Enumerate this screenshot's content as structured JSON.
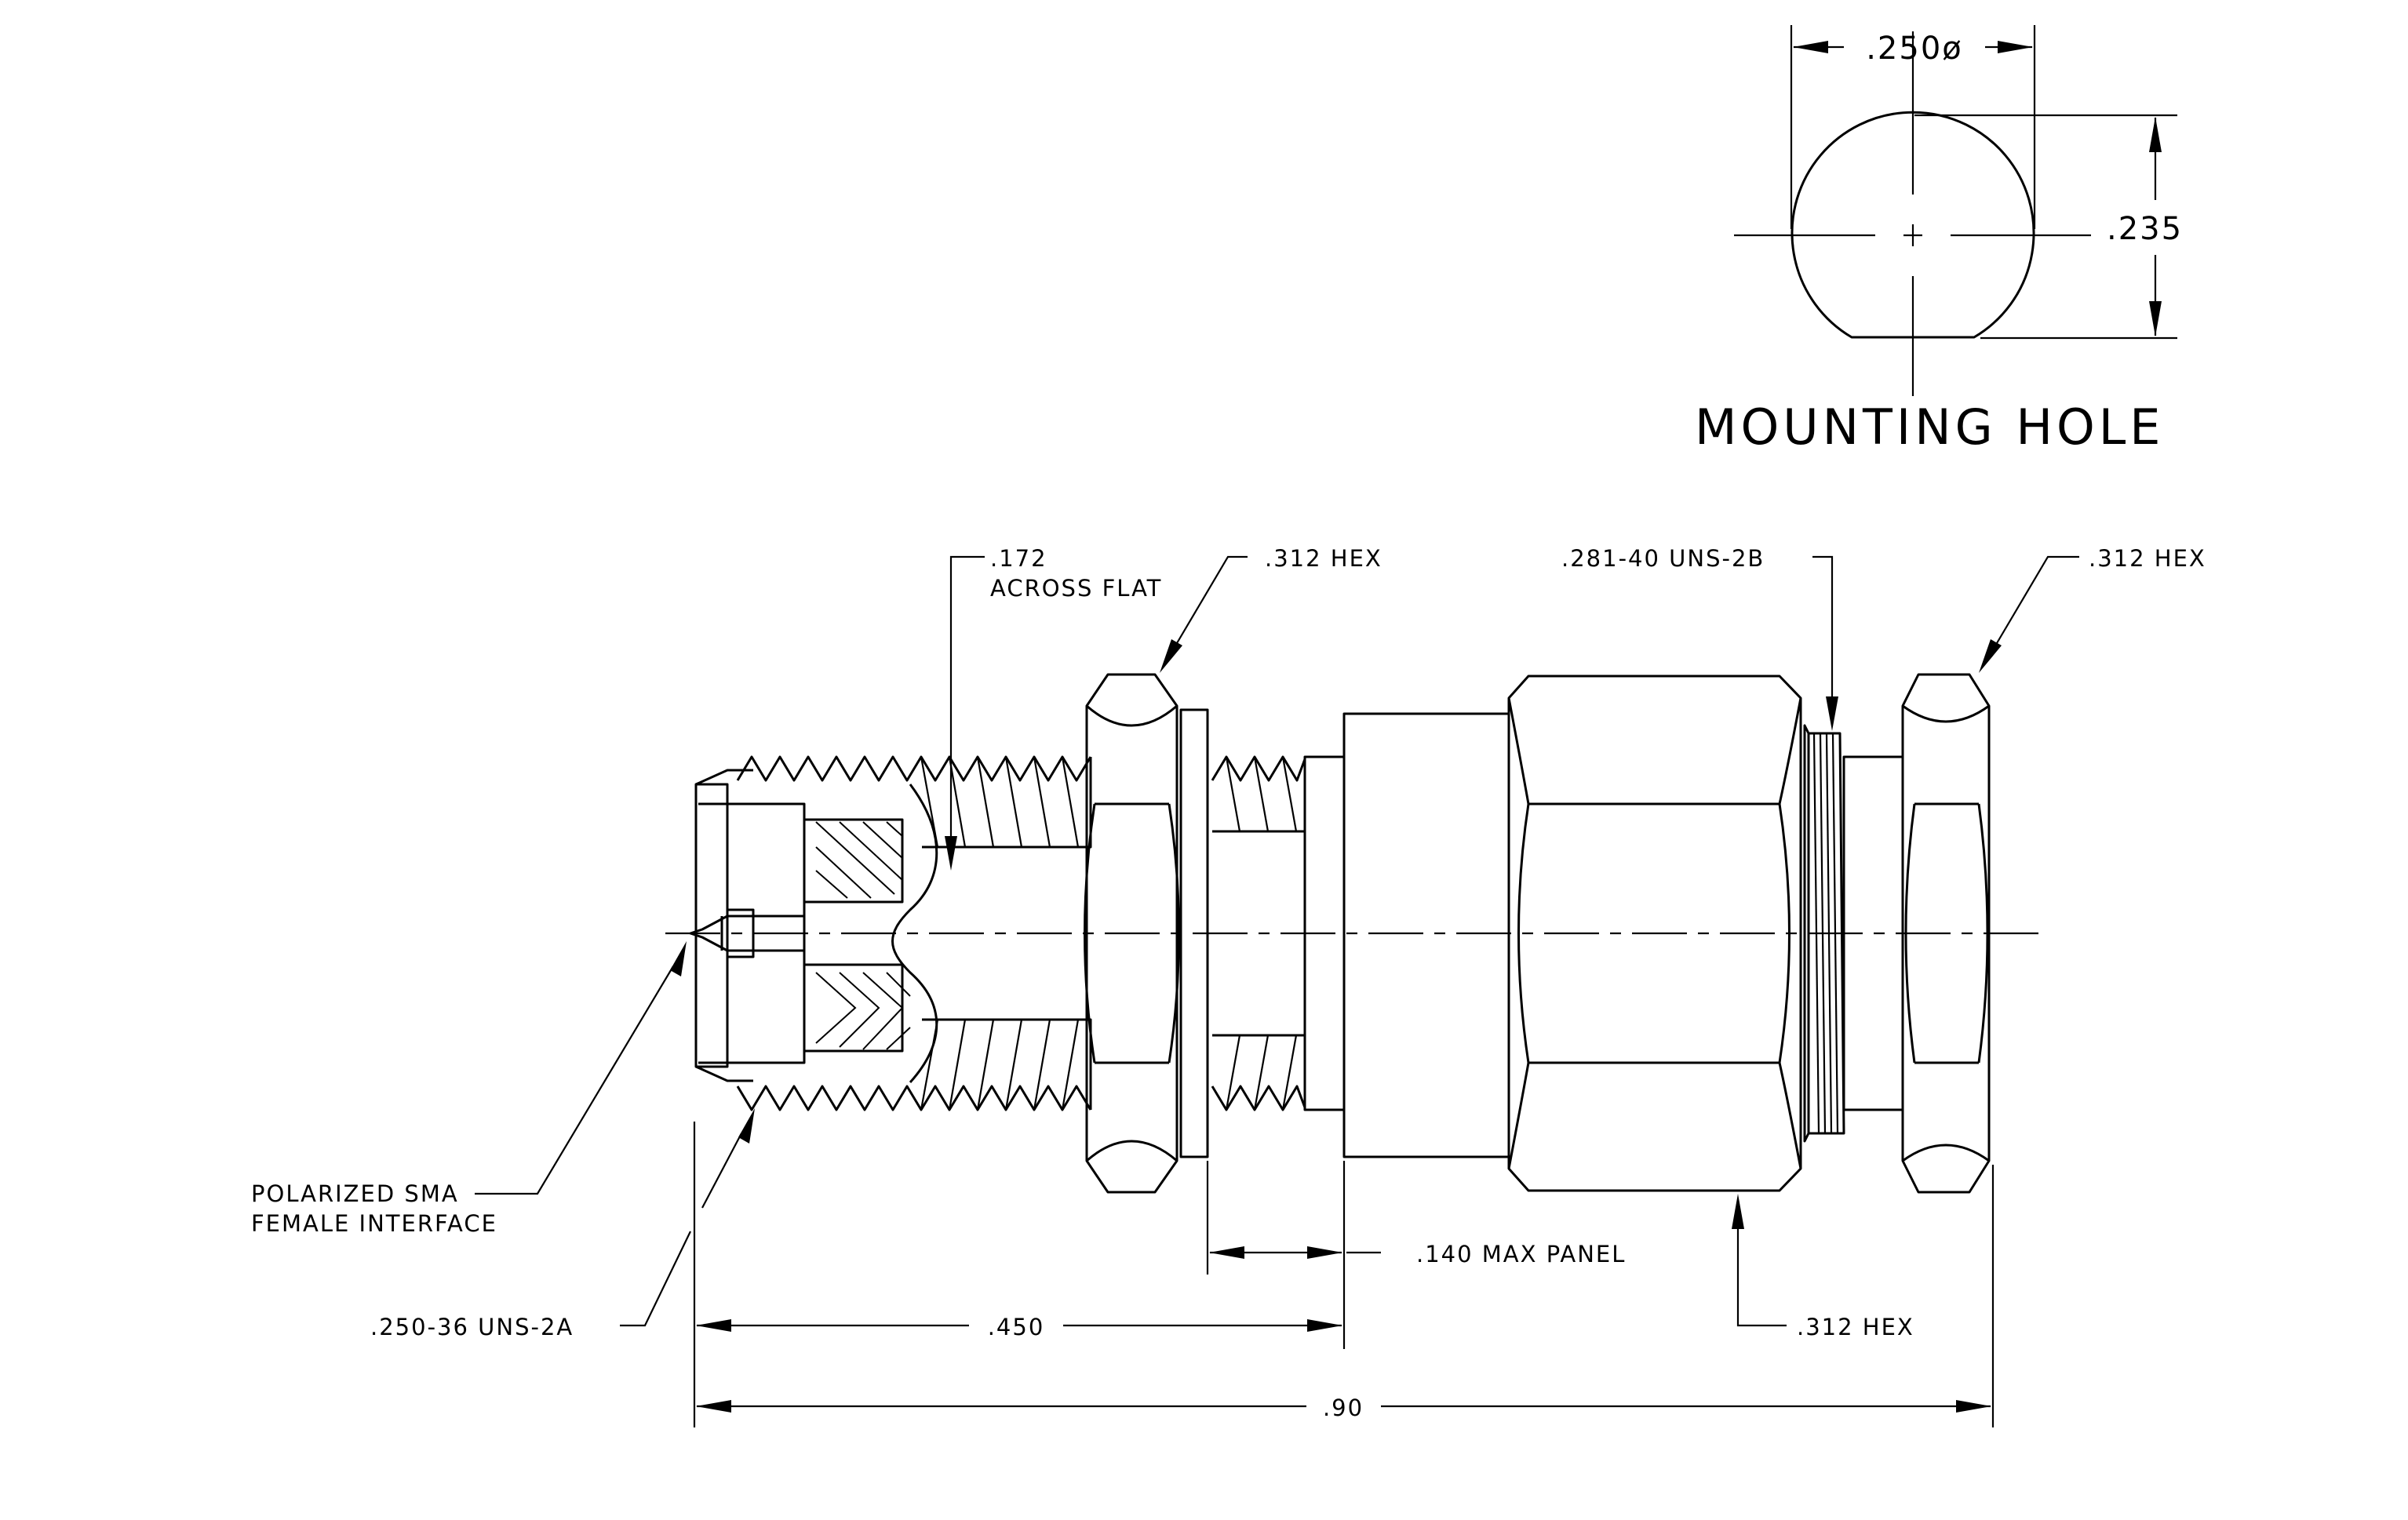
{
  "mounting_hole": {
    "title": "MOUNTING HOLE",
    "diameter": ".250ø",
    "flat_height": ".235"
  },
  "callouts": {
    "across_flat_value": ".172",
    "across_flat_text": "ACROSS FLAT",
    "hex_left": ".312 HEX",
    "thread_right": ".281-40 UNS-2B",
    "hex_right": ".312 HEX",
    "interface_line1": "POLARIZED SMA",
    "interface_line2": "FEMALE INTERFACE",
    "thread_left": ".250-36 UNS-2A",
    "panel": ".140 MAX PANEL",
    "hex_bottom": ".312 HEX",
    "length_front": ".450",
    "length_overall": ".90"
  }
}
